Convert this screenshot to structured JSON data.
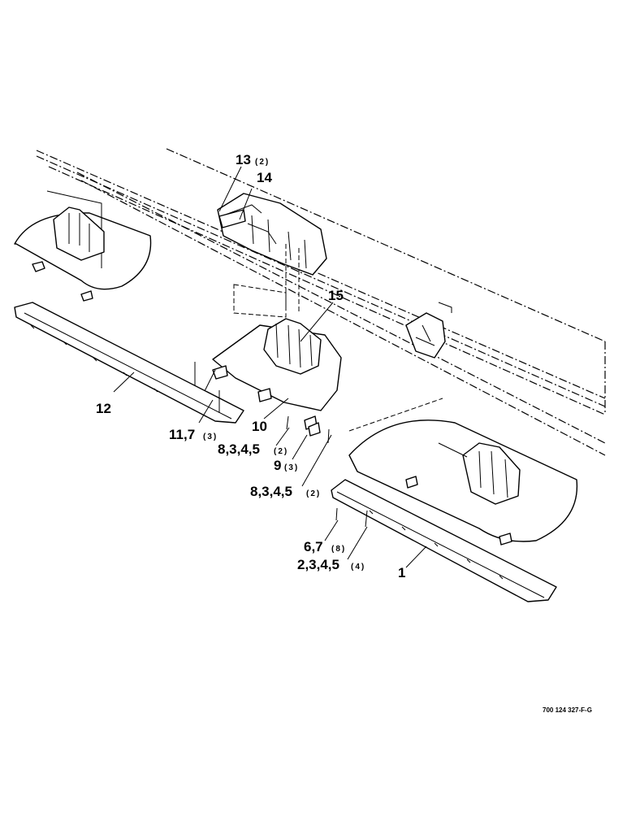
{
  "figure_code": "700 124 327-F-G",
  "callouts": {
    "c13": {
      "num": "13",
      "qty": "(2)"
    },
    "c14": {
      "num": "14"
    },
    "c15": {
      "num": "15"
    },
    "c12": {
      "num": "12"
    },
    "c11": {
      "num": "11,7",
      "qty": "(3)"
    },
    "c10": {
      "num": "10"
    },
    "c8a": {
      "num": "8,3,4,5",
      "qty": "(2)"
    },
    "c9": {
      "num": "9",
      "qty": "(3)"
    },
    "c8b": {
      "num": "8,3,4,5",
      "qty": "(2)"
    },
    "c6": {
      "num": "6,7",
      "qty": "(8)"
    },
    "c2": {
      "num": "2,3,4,5",
      "qty": "(4)"
    },
    "c1": {
      "num": "1"
    }
  }
}
